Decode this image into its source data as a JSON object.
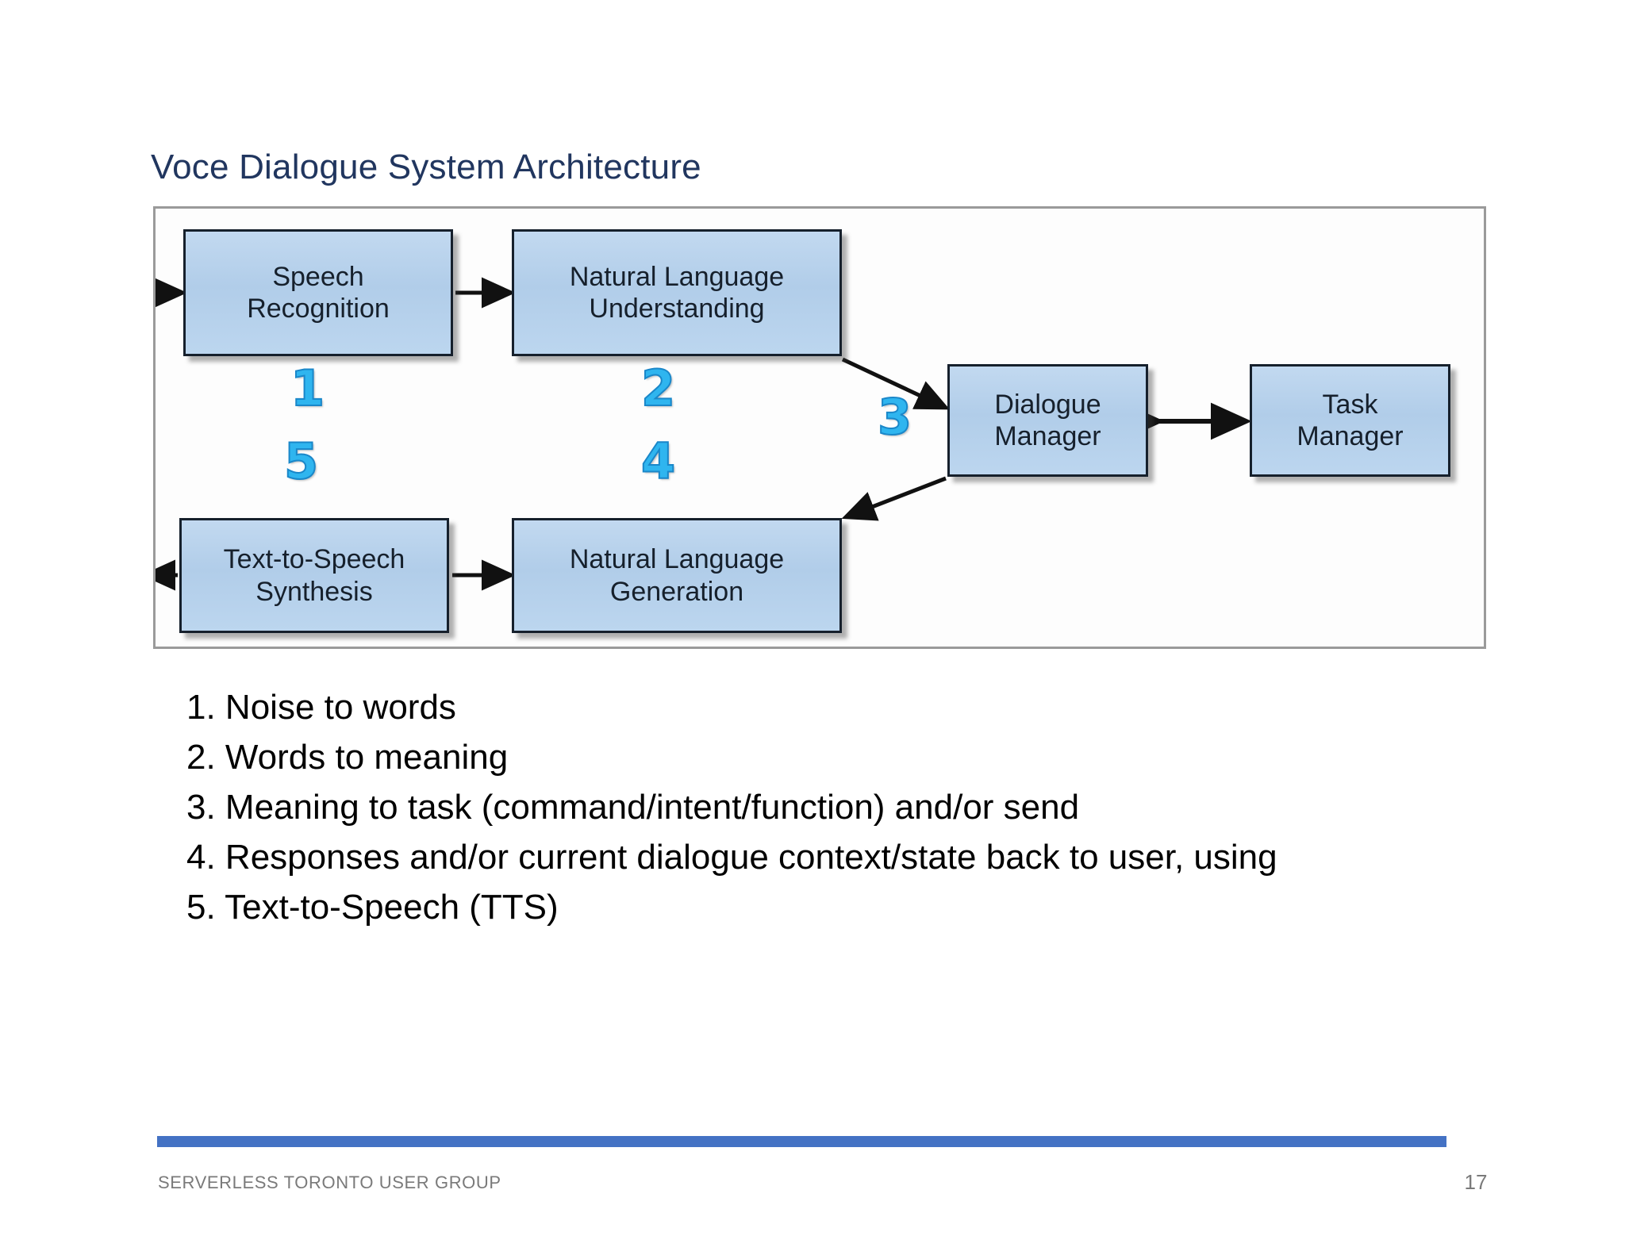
{
  "slide": {
    "title": "Voce Dialogue System Architecture",
    "page_number": "17",
    "footer_label": "SERVERLESS TORONTO USER GROUP",
    "accent_color": "#4472c4",
    "title_color": "#21365f",
    "box_fill_color": "#b4d0ea",
    "box_border_color": "#16202c",
    "step_number_color": "#2fb5ef"
  },
  "diagram": {
    "boxes": [
      {
        "id": "speech-recognition",
        "line1": "Speech",
        "line2": "Recognition"
      },
      {
        "id": "nlu",
        "line1": "Natural Language",
        "line2": "Understanding"
      },
      {
        "id": "dialogue-manager",
        "line1": "Dialogue",
        "line2": "Manager"
      },
      {
        "id": "task-manager",
        "line1": "Task",
        "line2": "Manager"
      },
      {
        "id": "tts",
        "line1": "Text-to-Speech",
        "line2": "Synthesis"
      },
      {
        "id": "nlg",
        "line1": "Natural Language",
        "line2": "Generation"
      }
    ],
    "step_numbers": [
      {
        "id": "step-1",
        "label": "1"
      },
      {
        "id": "step-2",
        "label": "2"
      },
      {
        "id": "step-3",
        "label": "3"
      },
      {
        "id": "step-4",
        "label": "4"
      },
      {
        "id": "step-5",
        "label": "5"
      }
    ]
  },
  "list": {
    "items": [
      "1. Noise to words",
      "2. Words to meaning",
      "3. Meaning to task (command/intent/function) and/or send",
      "4. Responses and/or current dialogue context/state back to user, using",
      "5. Text-to-Speech (TTS)"
    ]
  }
}
